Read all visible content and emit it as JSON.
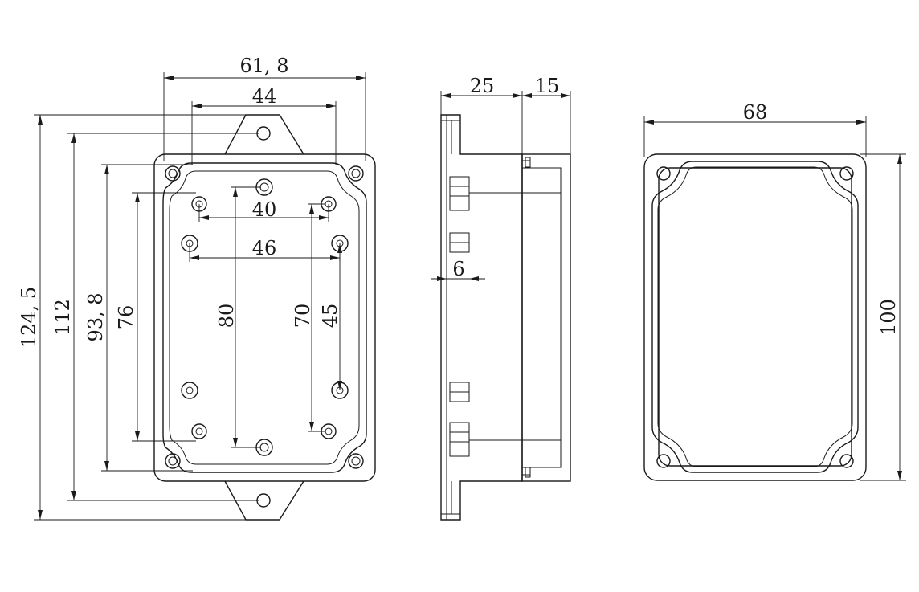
{
  "front_view": {
    "overall_width": "61, 8",
    "inner_width": "44",
    "boss_spacing_top": "40",
    "boss_spacing_mid": "46",
    "overall_length": "124, 5",
    "mount_hole_spacing": "112",
    "body_length": "93, 8",
    "inner_length": "76",
    "center_boss_spacing": "80",
    "right_boss_spacing_long": "70",
    "right_boss_spacing_short": "45"
  },
  "side_view": {
    "base_depth": "25",
    "lid_depth": "15",
    "wall_thickness": "6"
  },
  "lid_view": {
    "width": "68",
    "height": "100"
  }
}
